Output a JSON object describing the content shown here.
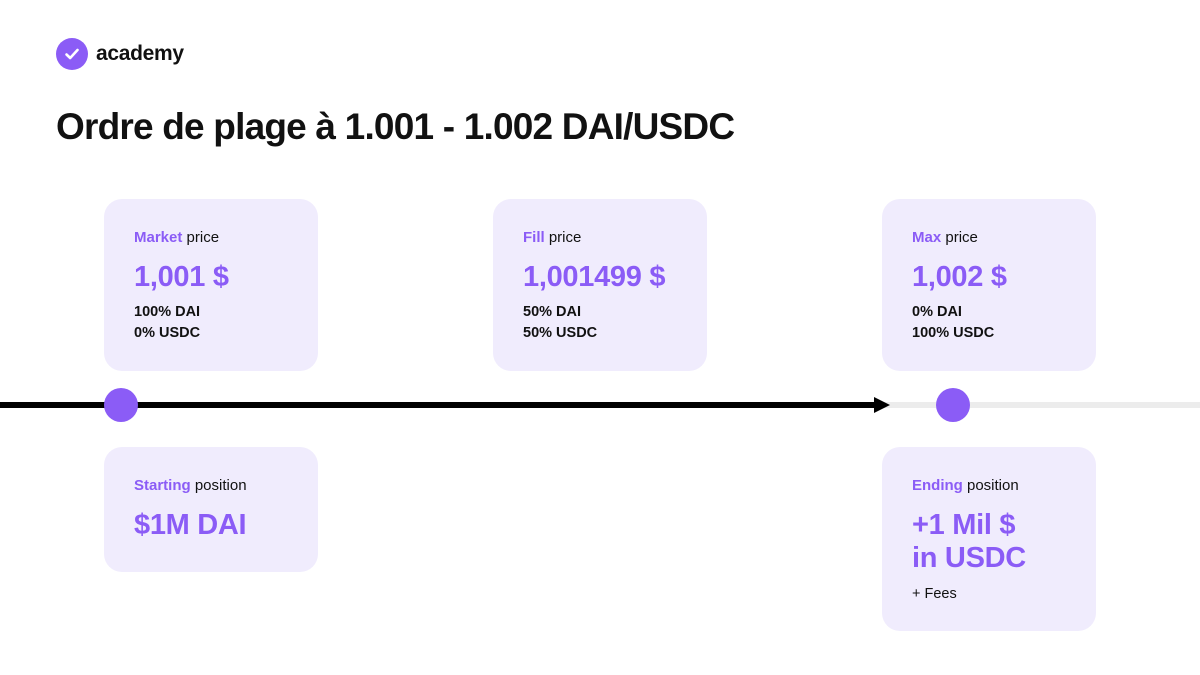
{
  "brand": {
    "name": "academy",
    "color": "#8b5cf6"
  },
  "title": "Ordre de plage à 1.001 - 1.002 DAI/USDC",
  "cards": {
    "market": {
      "accent": "Market",
      "label": " price",
      "value": "1,001 $",
      "lines": [
        "100% DAI",
        "0% USDC"
      ]
    },
    "fill": {
      "accent": "Fill",
      "label": " price",
      "value": "1,001499 $",
      "lines": [
        "50% DAI",
        "50% USDC"
      ]
    },
    "max": {
      "accent": "Max",
      "label": " price",
      "value": "1,002 $",
      "lines": [
        "0% DAI",
        "100% USDC"
      ]
    },
    "starting": {
      "accent": "Starting",
      "label": " position",
      "value": "$1M DAI"
    },
    "ending": {
      "accent": "Ending",
      "label": " position",
      "value_line1": "+1 Mil $",
      "value_line2": "in USDC",
      "note": "+ Fees"
    }
  },
  "colors": {
    "accent": "#8b5cf6",
    "card_background": "#f0ecfd",
    "timeline_active": "#000000",
    "timeline_inactive": "#ececec"
  }
}
